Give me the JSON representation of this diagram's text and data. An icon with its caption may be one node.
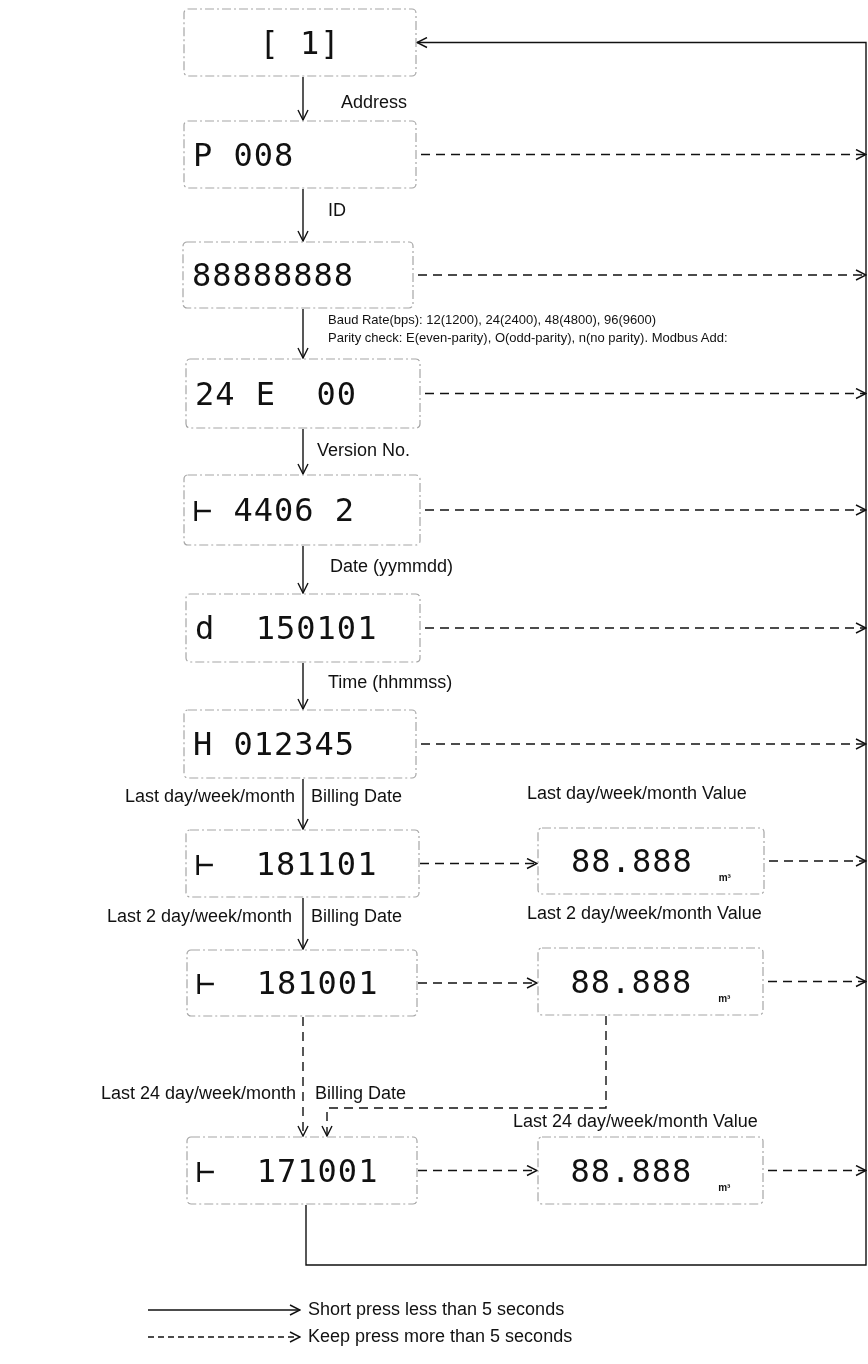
{
  "diagram": {
    "nodes": [
      {
        "text": [
          "[ 1]"
        ]
      },
      {
        "text": [
          "P 008"
        ]
      },
      {
        "text": [
          "88888888"
        ]
      },
      {
        "text": [
          "24 E  00"
        ]
      },
      {
        "text": [
          "⊢ 4406 2"
        ]
      },
      {
        "text": [
          "d  150101"
        ]
      },
      {
        "text": [
          "H 012345"
        ]
      },
      {
        "text": [
          "⊢  181101"
        ]
      },
      {
        "text": [
          "88.888",
          "m³"
        ]
      },
      {
        "text": [
          "⊢  181001"
        ]
      },
      {
        "text": [
          "88.888",
          "m³"
        ]
      },
      {
        "text": [
          "⊢  171001"
        ]
      },
      {
        "text": [
          "88.888",
          "m³"
        ]
      }
    ],
    "edges": [
      {
        "from": 0,
        "to": 1,
        "arrow": "to",
        "label": "Address"
      },
      {
        "from": 1,
        "to": null,
        "arrow": "to",
        "style": "dashed"
      },
      {
        "from": 1,
        "to": 2,
        "arrow": "to",
        "label": "ID"
      },
      {
        "from": 2,
        "to": null,
        "arrow": "to",
        "style": "dashed"
      },
      {
        "from": 2,
        "to": 3,
        "arrow": "to",
        "label": "Baud Rate(bps):  12(1200), 24(2400),  48(4800),  96(9600)"
      },
      {
        "from": 3,
        "to": null,
        "arrow": "to",
        "style": "dashed"
      },
      {
        "from": 3,
        "to": 4,
        "arrow": "to",
        "label": "Version No."
      },
      {
        "from": 4,
        "to": null,
        "arrow": "to",
        "style": "dashed"
      },
      {
        "from": 4,
        "to": 5,
        "arrow": "to",
        "label": "Date (yymmdd)"
      },
      {
        "from": 5,
        "to": null,
        "arrow": "to",
        "style": "dashed"
      },
      {
        "from": 5,
        "to": 6,
        "arrow": "to",
        "label": "Time (hhmmss)"
      },
      {
        "from": 6,
        "to": null,
        "arrow": "to",
        "style": "dashed"
      },
      {
        "from": 6,
        "to": 7,
        "arrow": "to",
        "label": "Billing Date"
      },
      {
        "from": 7,
        "to": 8,
        "arrow": "to",
        "style": "dashed"
      },
      {
        "from": 8,
        "to": null,
        "arrow": "to",
        "style": "dashed"
      },
      {
        "from": 7,
        "to": 9,
        "arrow": "to",
        "label": "Billing Date"
      },
      {
        "from": 9,
        "to": 10,
        "arrow": "to",
        "style": "dashed"
      },
      {
        "from": 10,
        "to": null,
        "arrow": "to",
        "style": "dashed"
      },
      {
        "from": 9,
        "to": 11,
        "arrow": "to",
        "label": "Billing Date",
        "style": "dashed"
      },
      {
        "from": 10,
        "to": 11,
        "arrow": "to",
        "style": "dashed"
      },
      {
        "from": 11,
        "to": 12,
        "arrow": "to",
        "style": "dashed"
      },
      {
        "from": 12,
        "to": null,
        "arrow": "to",
        "style": "dashed"
      },
      {
        "from": 11,
        "to": 0,
        "arrow": "to"
      }
    ],
    "labels": [
      "Parity check: E(even-parity), O(odd-parity), n(no parity). Modbus  Add:",
      "Last day/week/month",
      "Last day/week/month Value",
      "Last 2 day/week/month",
      "Last 2 day/week/month Value",
      "Last 24 day/week/month",
      "Last 24 day/week/month Value"
    ],
    "legend": [
      {
        "text": "Short press less than 5 seconds"
      },
      {
        "text": "Keep press more than 5 seconds"
      }
    ]
  }
}
